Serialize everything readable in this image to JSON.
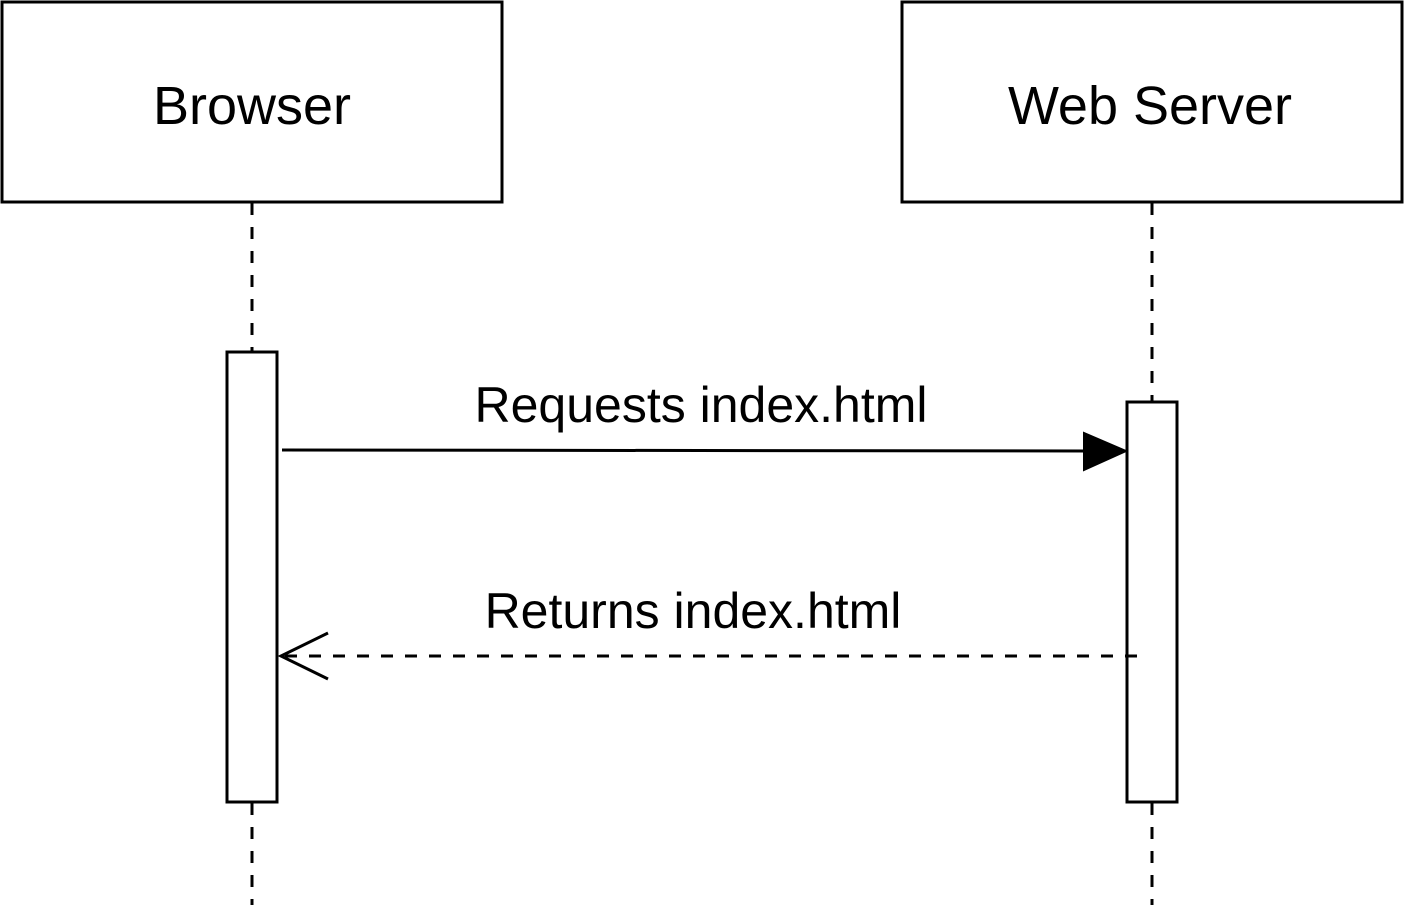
{
  "participants": {
    "browser": {
      "label": "Browser"
    },
    "server": {
      "label": "Web Server"
    }
  },
  "messages": {
    "request": {
      "label": "Requests index.html",
      "style": "solid",
      "direction": "browser-to-server"
    },
    "response": {
      "label": "Returns index.html",
      "style": "dashed",
      "direction": "server-to-browser"
    }
  },
  "colors": {
    "stroke": "#000000",
    "fill": "#ffffff"
  }
}
